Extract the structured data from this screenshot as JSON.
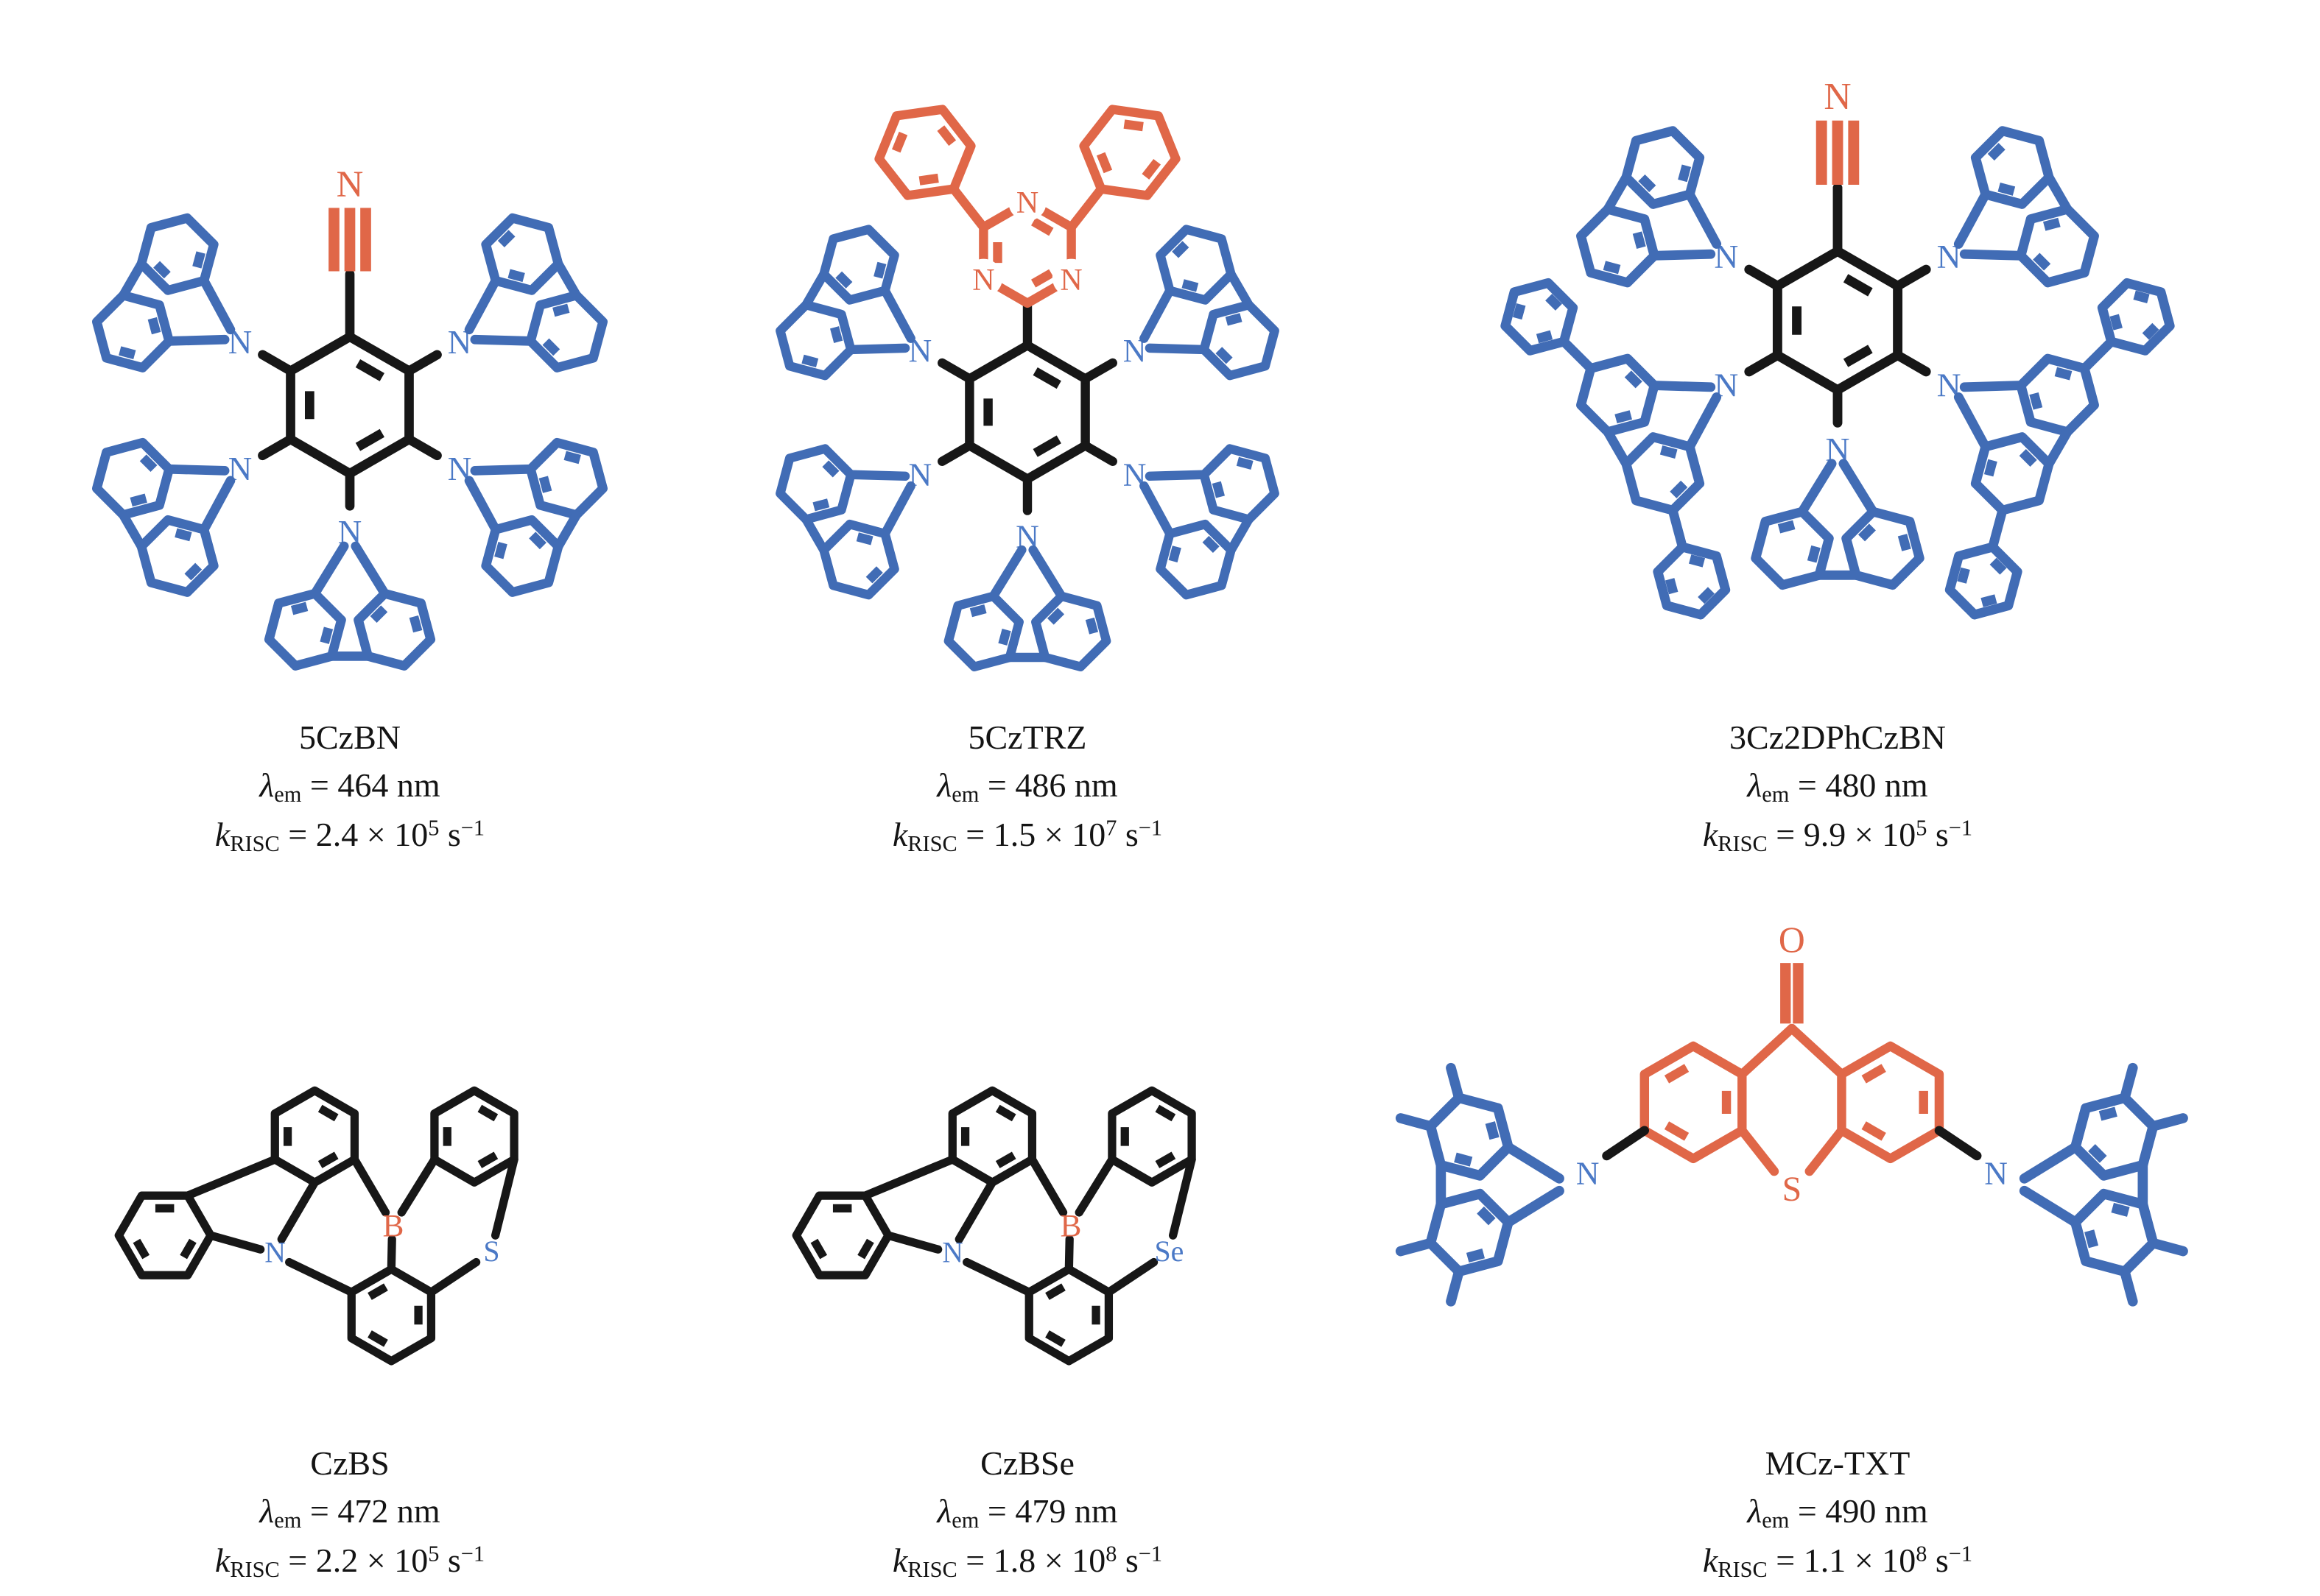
{
  "atoms": {
    "n": "N",
    "b": "B",
    "s": "S",
    "se": "Se",
    "o": "O"
  },
  "labels": {
    "lambda": "λ",
    "em": "em",
    "k": "k",
    "risc": "RISC",
    "eq": "=",
    "nm": "nm",
    "times10": "× 10",
    "s": "s",
    "minus1": "−1"
  },
  "molecules": [
    {
      "name": "5CzBN",
      "lambda_em": "464",
      "k_coeff": "2.4",
      "k_exp": "5"
    },
    {
      "name": "5CzTRZ",
      "lambda_em": "486",
      "k_coeff": "1.5",
      "k_exp": "7"
    },
    {
      "name": "3Cz2DPhCzBN",
      "lambda_em": "480",
      "k_coeff": "9.9",
      "k_exp": "5"
    },
    {
      "name": "CzBS",
      "lambda_em": "472",
      "k_coeff": "2.2",
      "k_exp": "5"
    },
    {
      "name": "CzBSe",
      "lambda_em": "479",
      "k_coeff": "1.8",
      "k_exp": "8"
    },
    {
      "name": "MCz-TXT",
      "lambda_em": "490",
      "k_coeff": "1.1",
      "k_exp": "8"
    }
  ]
}
